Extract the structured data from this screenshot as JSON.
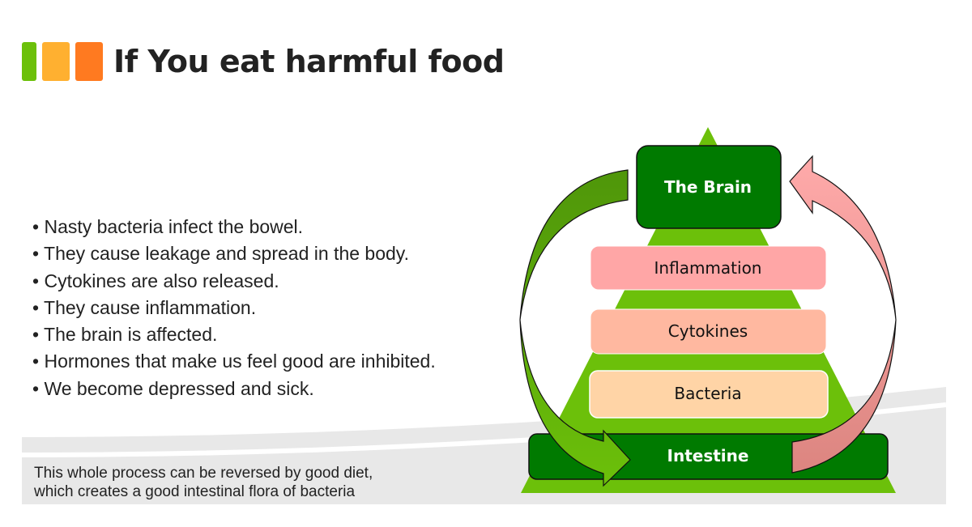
{
  "title": "If You eat harmful food",
  "colors": {
    "green": "#6cc00a",
    "orange": "#ffb030",
    "deep_orange": "#ff7a20",
    "dark_green": "#007a00"
  },
  "bullets": [
    "Nasty bacteria infect the bowel.",
    "They cause leakage and spread in the body.",
    "Cytokines are also released.",
    "They cause inflammation.",
    "The brain is affected.",
    "Hormones that make us feel good are inhibited.",
    "We become depressed and sick."
  ],
  "note": {
    "line1": "This whole process can be reversed by good diet,",
    "line2": "which creates a good intestinal flora of bacteria"
  },
  "diagram": {
    "brain": "The Brain",
    "inflammation": "Inflammation",
    "cytokines": "Cytokines",
    "bacteria": "Bacteria",
    "intestine": "Intestine"
  }
}
